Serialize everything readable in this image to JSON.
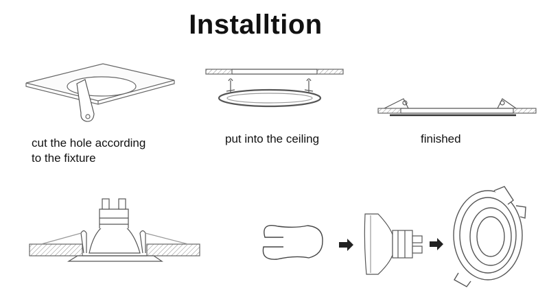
{
  "title": "Installtion",
  "steps": [
    {
      "caption_line1": "cut the hole according",
      "caption_line2": "to the fixture"
    },
    {
      "caption": "put into the ceiling"
    },
    {
      "caption": "finished"
    }
  ]
}
